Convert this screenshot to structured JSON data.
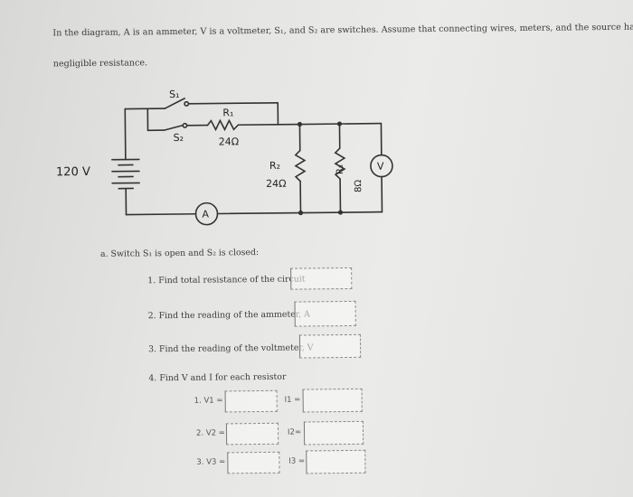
{
  "intro_line1": "In the diagram, A is an ammeter, V is a voltmeter, S₁, and S₂ are switches. Assume that connecting wires, meters, and the source have",
  "intro_line2": "negligible resistance.",
  "circuit": {
    "source_label": "120 V",
    "switch1_label": "S₁",
    "switch2_label": "S₂",
    "r1_label": "R₁",
    "r1_value": "24Ω",
    "r2_label": "R₂",
    "r2_value": "24Ω",
    "r3_label": "R₃",
    "r3_value": "8Ω",
    "ammeter_label": "A",
    "voltmeter_label": "V"
  },
  "part_a": "a. Switch S₁ is open and S₂ is closed:",
  "q1": "1.  Find total resistance of the circuit",
  "q2": "2. Find the reading of the ammeter, A",
  "q3": "3. Find the reading of the voltmeter, V",
  "q4": "4. Find V and I for each resistor",
  "sub": {
    "v1": "1. V1 =",
    "v2": "2. V2 =",
    "v3": "3. V3 =",
    "i1": "I1 =",
    "i2": "I2=",
    "i3": "I3 ="
  },
  "answers": {
    "q1": "",
    "q2": "",
    "q3": "",
    "v1": "",
    "v2": "",
    "v3": "",
    "i1": "",
    "i2": "",
    "i3": ""
  }
}
